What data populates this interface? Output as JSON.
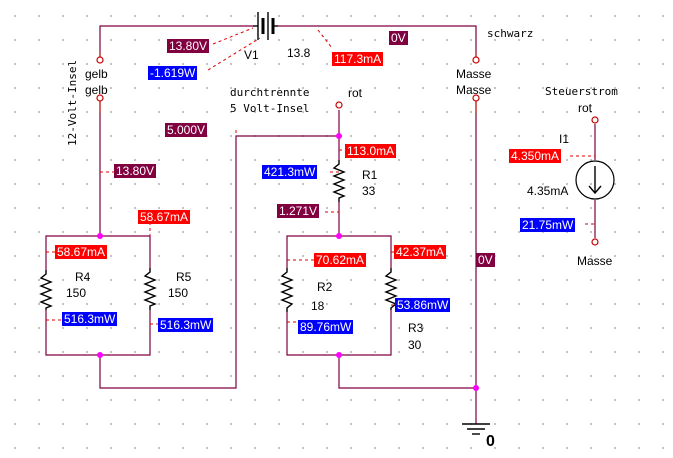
{
  "notes": {
    "zwoelf_volt_insel": "12-Volt-Insel",
    "durchtrennte": "durchtrennte",
    "fuenf_volt_insel": "5 Volt-Insel",
    "schwarz": "schwarz",
    "steuerstrom": "Steuerstrom"
  },
  "parts": {
    "v1": {
      "name": "V1",
      "value": "13.8"
    },
    "r1": {
      "name": "R1",
      "value": "33"
    },
    "r2": {
      "name": "R2",
      "value": "18"
    },
    "r3": {
      "name": "R3",
      "value": "30"
    },
    "r4": {
      "name": "R4",
      "value": "150"
    },
    "r5": {
      "name": "R5",
      "value": "150"
    },
    "i1": {
      "name": "I1",
      "value": "4.35mA"
    }
  },
  "connectors": {
    "gelb_1": "gelb",
    "gelb_2": "gelb",
    "masse_1": "Masse",
    "masse_2": "Masse",
    "rot_1": "rot",
    "rot_2": "rot",
    "masse_3": "Masse",
    "ground": "0"
  },
  "voltages": {
    "v_batt_plus": "13.80V",
    "v_batt_minus": "0V",
    "v_12v_rail": "13.80V",
    "v_5v_node": "5.000V",
    "v_r1_bottom": "1.271V",
    "v_masse_right": "0V"
  },
  "currents": {
    "i_v1": "117.3mA",
    "i_r1": "113.0mA",
    "i_r4_r5_in": "58.67mA",
    "i_r4": "58.67mA",
    "i_r2": "70.62mA",
    "i_r3": "42.37mA",
    "i_i1": "4.350mA"
  },
  "powers": {
    "p_v1": "-1.619W",
    "p_r1": "421.3mW",
    "p_r4": "516.3mW",
    "p_r5": "516.3mW",
    "p_r2": "89.76mW",
    "p_r3": "53.86mW",
    "p_i1": "21.75mW"
  },
  "colors": {
    "voltage_marker": "#800040",
    "current_marker": "#ff0000",
    "power_marker": "#0000ff",
    "wire": "#800040",
    "node_dot": "#ff00ff"
  }
}
